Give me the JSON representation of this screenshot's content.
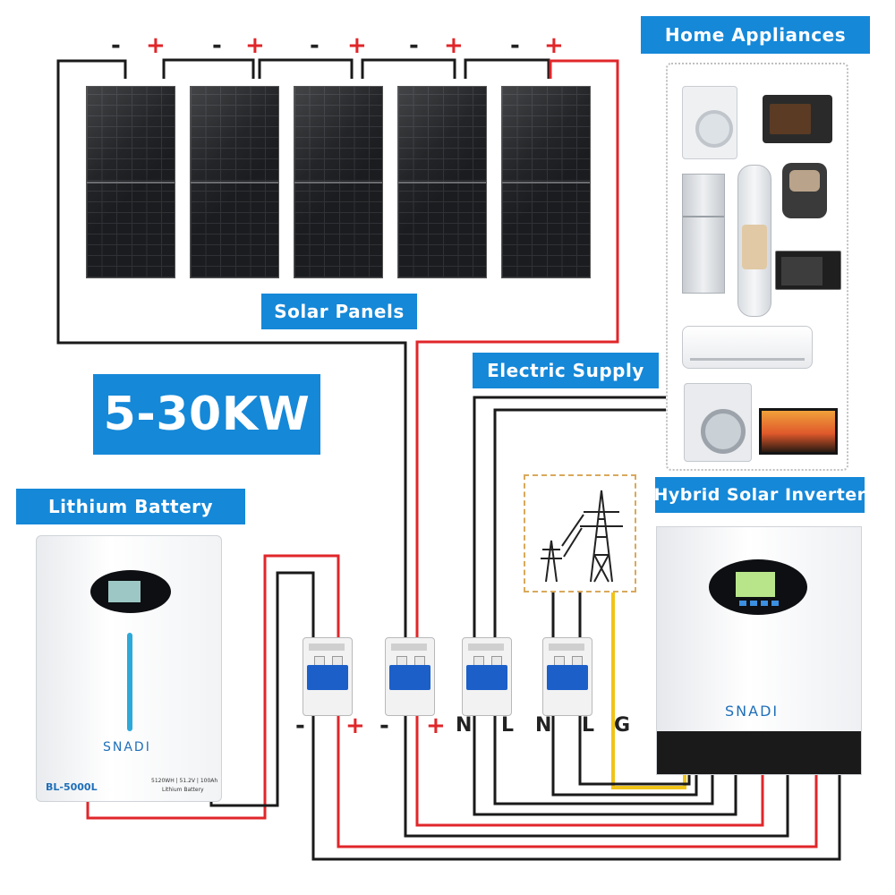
{
  "labels": {
    "home_appliances": "Home Appliances",
    "solar_panels": "Solar Panels",
    "power_range": "5-30KW",
    "electric_supply": "Electric Supply",
    "lithium_battery": "Lithium Battery",
    "hybrid_inverter": "Hybrid Solar Inverter"
  },
  "panel_terminals": [
    {
      "minus": "-",
      "plus": "+"
    },
    {
      "minus": "-",
      "plus": "+"
    },
    {
      "minus": "-",
      "plus": "+"
    },
    {
      "minus": "-",
      "plus": "+"
    },
    {
      "minus": "-",
      "plus": "+"
    }
  ],
  "breaker_terminals": [
    "-",
    "+",
    "-",
    "+",
    "N",
    "L",
    "N",
    "L",
    "G"
  ],
  "battery": {
    "brand": "SNADI",
    "model": "BL-5000L",
    "spec": "5120WH | 51.2V | 100Ah",
    "type": "Lithium Battery"
  },
  "inverter": {
    "brand": "SNADI"
  },
  "colors": {
    "label_bg": "#1588d8",
    "wire_positive": "#e0262a",
    "wire_negative": "#1a1a1a",
    "wire_ground": "#f0c419",
    "dashed_border": "#d9a95b"
  }
}
